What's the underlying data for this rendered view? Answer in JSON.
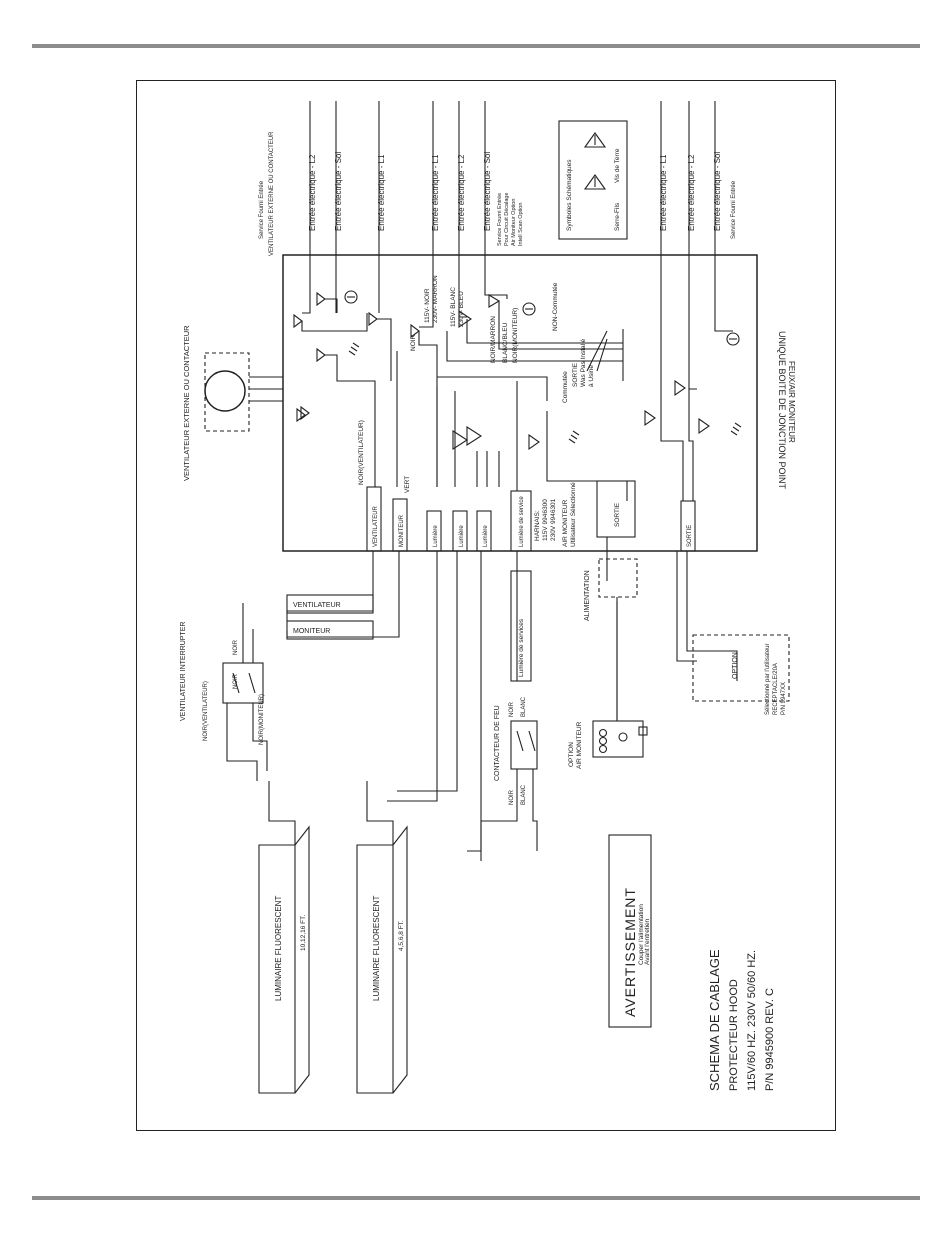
{
  "title_block": {
    "title": "SCHEMA DE CABLAGE",
    "product": "PROTECTEUR HOOD",
    "spec": "115V/60 HZ. 230V 50/60 HZ.",
    "part_number": "P/N 9945900 REV. C"
  },
  "warning": {
    "heading": "AVERTISSEMENT",
    "line1": "Couper l'alimentation",
    "line2": "Avant l'entretien"
  },
  "symbols_legend": {
    "title": "Symboles Schématiques",
    "items": [
      "Serre-Fils",
      "Vis de Terre"
    ]
  },
  "inputs": {
    "left_group": [
      "Entrée électrique - L2",
      "Entrée électrique - Sol",
      "Entrée électrique - L1"
    ],
    "left_group_note": [
      "Service Fourni Entrée",
      "VENTILATEUR EXTERNE OU CONTACTEUR"
    ],
    "middle_group": [
      "Entrée électrique - L1",
      "Entrée électrique - L2",
      "Entrée électrique - Sol"
    ],
    "middle_group_note": [
      "Service Fourni Entrée",
      "Pour Circuit Décalage",
      "Air Moniteur Option",
      "Intell Scan Option"
    ],
    "right_group": [
      "Entrée électrique - L1",
      "Entrée électrique - L2",
      "Entrée électrique - Sol"
    ],
    "right_group_note": [
      "Service Fourni Entrée"
    ]
  },
  "junction_box": {
    "label": "UNIQUE BOITE DE JONCTION POINT",
    "sub_label": "FEUX/AIR MONITEUR",
    "wire_labels": {
      "noir_115_noir": "115V- NOIR",
      "noir_230_marron": "230V- MARRON",
      "blanc_115_blanc": "115V- BLANC",
      "blanc_230_bleu": "230V- BLEU",
      "noir": "NOIR",
      "noir_marron": "NOIR/MARRON",
      "blanc_bleu": "BLANC/BLEU",
      "noir_moniteur": "NOIR(MONITEUR)",
      "non_commutee": "NON-Commutée",
      "commutee": "Commutée",
      "sortie_note1": "SORTIE",
      "sortie_note2": "Was Pas Installé",
      "sortie_note3": "à Usine",
      "vert": "VERT",
      "noir_ventilateur": "NOIR(VENTILATEUR)"
    },
    "harness": {
      "title": "HARNAIS:",
      "l1": "115V 9946300",
      "l2": "230V 9946301"
    },
    "air_monitor_note": [
      "AIR MONITEUR",
      "Utilisateur Sélectionné"
    ],
    "terminals": [
      "VENTILATEUR",
      "MONITEUR",
      "Lumière",
      "Lumière",
      "Lumière",
      "Lumière de service",
      "SORTIE",
      "SORTIE"
    ]
  },
  "external": {
    "fan_label": "VENTILATEUR EXTERNE OU CONTACTEUR",
    "fan_switch_label": "VENTILATEUR INTERRUPTER",
    "fan_switch_wires": [
      "NOIR(VENTILATEUR)",
      "NOIR(MONITEUR)",
      "NOIR",
      "NOIR"
    ],
    "cable_labels": [
      "VENTILATEUR",
      "MONITEUR",
      "Lumière de services"
    ],
    "light_switch": {
      "label": "CONTACTEUR DE FEU",
      "wires": [
        "NOIR",
        "BLANC",
        "NOIR",
        "BLANC"
      ]
    },
    "alimentation": "ALIMENTATION",
    "air_monitor_option": [
      "OPTION",
      "AIR MONITEUR"
    ],
    "option_box": "OPTION",
    "receptacle_note": [
      "Sélectionné par l'utilisateur",
      "RECEPTACLE/20A",
      "P/N 9947XX"
    ]
  },
  "fixtures": [
    {
      "label": "LUMINAIRE FLUORESCENT",
      "size": "10,12,16 FT."
    },
    {
      "label": "LUMINAIRE FLUORESCENT",
      "size": "4,5,6,8 FT."
    }
  ]
}
